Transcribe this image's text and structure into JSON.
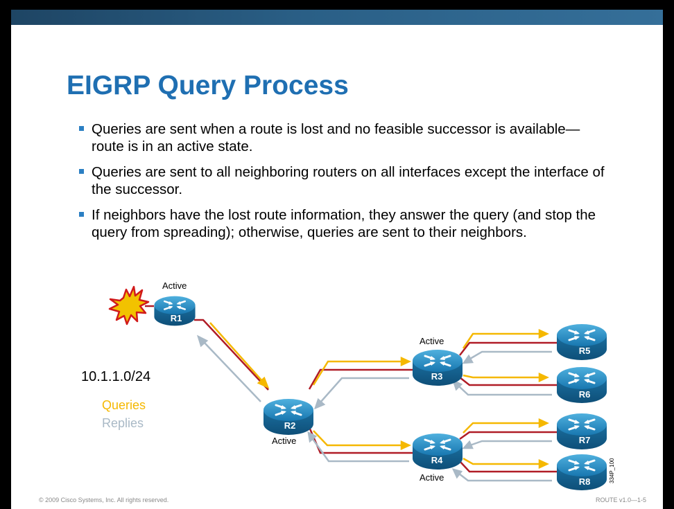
{
  "slide": {
    "title": "EIGRP Query Process",
    "bullets": [
      "Queries are sent when a route is lost and no feasible successor is available—route is in an active state.",
      "Queries are sent to all neighboring routers on all interfaces except the interface of the successor.",
      "If neighbors have the lost route information, they answer the query (and stop the query from spreading); otherwise, queries are sent to their neighbors."
    ]
  },
  "diagram": {
    "routers": {
      "r1": "R1",
      "r2": "R2",
      "r3": "R3",
      "r4": "R4",
      "r5": "R5",
      "r6": "R6",
      "r7": "R7",
      "r8": "R8"
    },
    "active_label": "Active",
    "network": "10.1.1.0/24",
    "legend": {
      "queries": "Queries",
      "replies": "Replies"
    },
    "figure_id": "334P_100",
    "colors": {
      "queries": "#f5b800",
      "replies": "#a9b9c6",
      "link": "#b01c26",
      "router": "#1c7fb8",
      "title": "#1f6fb2",
      "bullet": "#2b7fc3"
    }
  },
  "footer": {
    "copyright": "© 2009 Cisco Systems, Inc. All rights reserved.",
    "course": "ROUTE v1.0—1-5"
  }
}
